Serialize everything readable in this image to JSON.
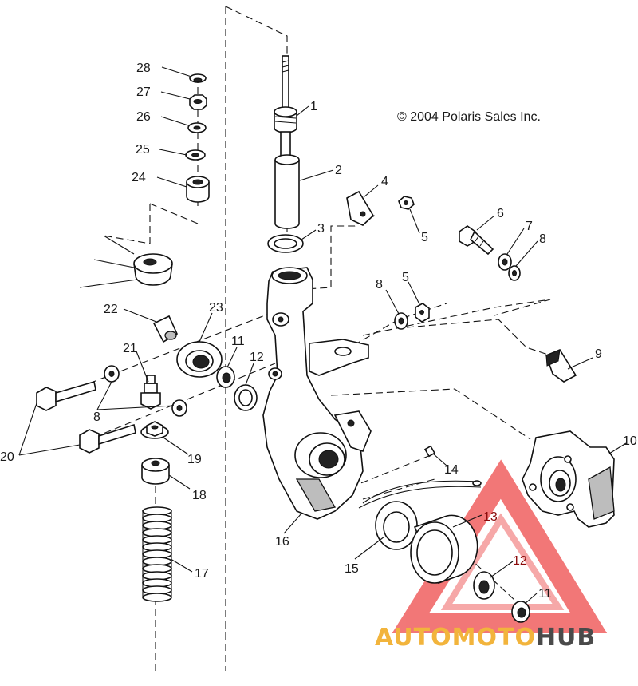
{
  "copyright": "© 2004 Polaris Sales Inc.",
  "watermark": {
    "part1": "AUTOMOTO",
    "part2": "HUB",
    "color_orange": "#f2b43c",
    "color_dark": "#4a4a4a",
    "color_triangle": "#f06060"
  },
  "callouts": {
    "c1": "1",
    "c2": "2",
    "c3": "3",
    "c4": "4",
    "c5a": "5",
    "c5b": "5",
    "c6": "6",
    "c7": "7",
    "c8a": "8",
    "c8b": "8",
    "c8c": "8",
    "c9": "9",
    "c10": "10",
    "c11a": "11",
    "c11b": "11",
    "c12a": "12",
    "c12b": "12",
    "c13": "13",
    "c14": "14",
    "c15": "15",
    "c16": "16",
    "c17": "17",
    "c18": "18",
    "c19": "19",
    "c20": "20",
    "c21": "21",
    "c22": "22",
    "c23": "23",
    "c24": "24",
    "c25": "25",
    "c26": "26",
    "c27": "27",
    "c28": "28"
  }
}
